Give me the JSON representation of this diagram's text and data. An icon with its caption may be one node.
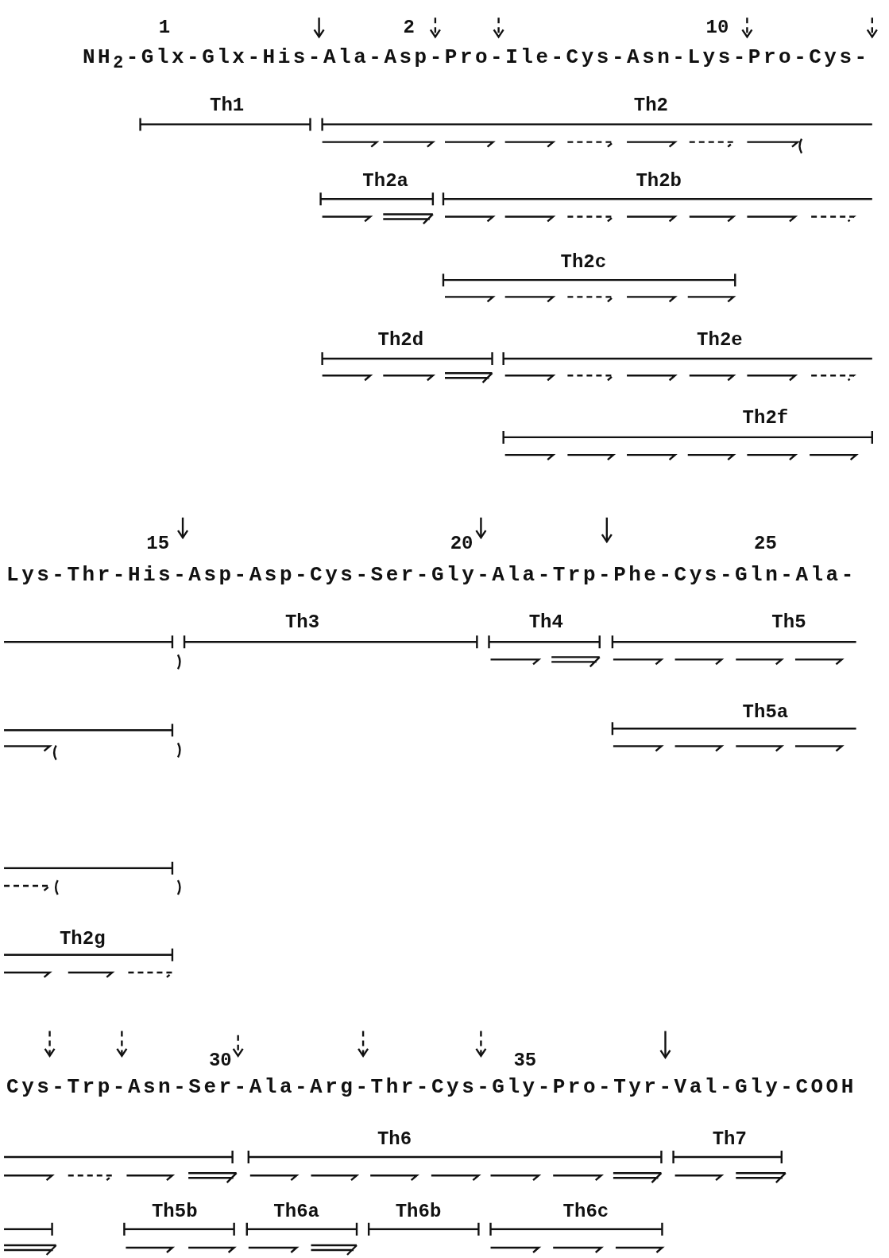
{
  "diagram": {
    "labels": [
      "1",
      "2",
      "10",
      "NH$_{2}$-Glx-Glx-His-Ala-Asp-Pro-Ile-Cys-Asn-Lys-Pro-Cys-",
      "Th1",
      "Th2",
      "Th2a",
      "Th2b",
      "Th2c",
      "Th2d",
      "Th2e",
      "Th2f",
      "15",
      "20",
      "25",
      "Lys-Thr-His-Asp-Asp-Cys-Ser-Gly-Ala-Trp-Phe-Cys-Gln-Ala-",
      "Th3",
      "Th4",
      "Th5",
      "Th5a",
      "Th2g",
      "30",
      "35",
      "Cys-Trp-Asn-Ser-Ala-Arg-Thr-Cys-Gly-Pro-Tyr-Val-Gly-COOH",
      "Th6",
      "Th7",
      "Th5b",
      "Th6a",
      "Th6b",
      "Th6c"
    ]
  }
}
